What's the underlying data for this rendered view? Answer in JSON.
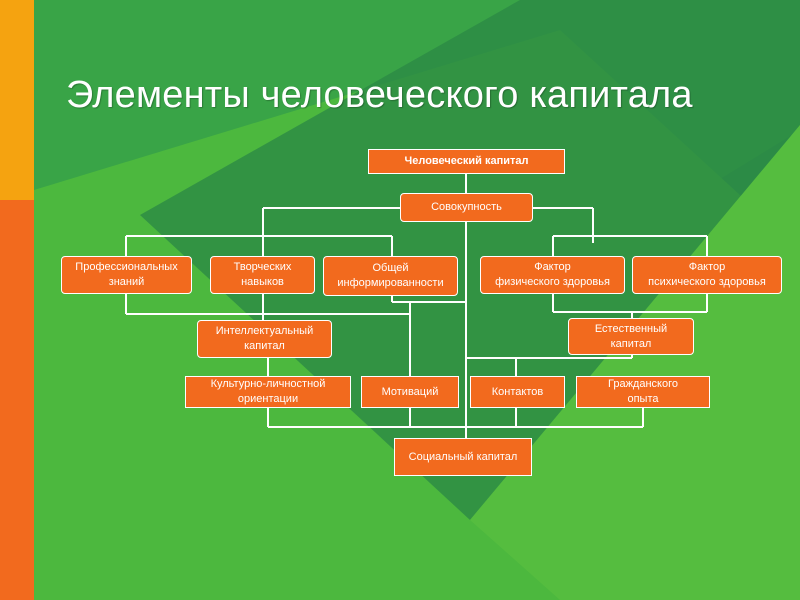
{
  "title": "Элементы человеческого капитала",
  "colors": {
    "background_green": "#2e8f4a",
    "light_green": "#4cb83e",
    "left_strip_orange": "#f5a310",
    "left_strip_red": "#f26a1e",
    "node_fill": "#f26a1e",
    "node_border": "#ffffff",
    "connector": "#ffffff"
  },
  "nodes": {
    "human_capital": "Человеческий капитал",
    "totality": "Совокупность",
    "professional_knowledge": "Профессиональных\nзнаний",
    "creative_skills": "Творческих\nнавыков",
    "general_awareness": "Общей\nинформированности",
    "physical_health": "Фактор\nфизического здоровья",
    "mental_health": "Фактор\nпсихического здоровья",
    "intellectual_capital": "Интеллектуальный\nкапитал",
    "natural_capital": "Естественный\nкапитал",
    "cultural_orientation": "Культурно-личностной\nориентации",
    "motivations": "Мотиваций",
    "contacts": "Контактов",
    "civic_experience": "Гражданского\nопыта",
    "social_capital": "Социальный капитал"
  }
}
